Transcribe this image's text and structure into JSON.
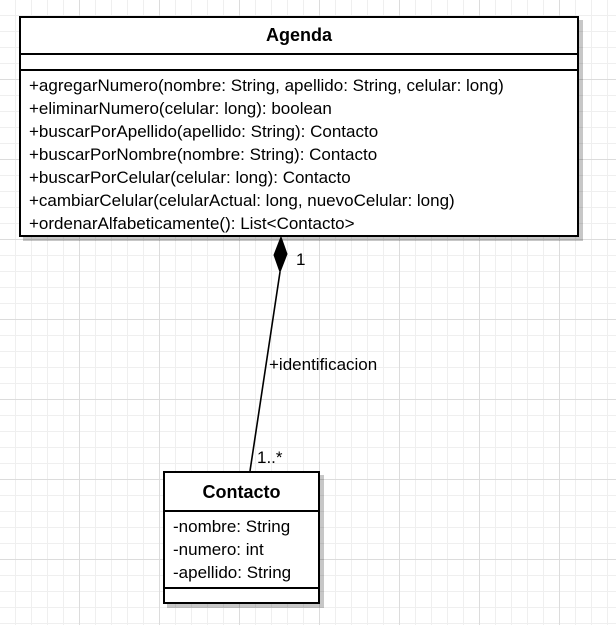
{
  "agenda": {
    "name": "Agenda",
    "operations": [
      "+agregarNumero(nombre: String, apellido: String, celular: long)",
      "+eliminarNumero(celular: long): boolean",
      "+buscarPorApellido(apellido: String): Contacto",
      "+buscarPorNombre(nombre: String): Contacto",
      "+buscarPorCelular(celular: long): Contacto",
      "+cambiarCelular(celularActual: long, nuevoCelular: long)",
      "+ordenarAlfabeticamente(): List<Contacto>"
    ]
  },
  "contacto": {
    "name": "Contacto",
    "attributes": [
      "-nombre: String",
      "-numero: int",
      "-apellido: String"
    ]
  },
  "association": {
    "role": "+identificacion",
    "multiplicity_agenda": "1",
    "multiplicity_contacto": "1..*"
  }
}
